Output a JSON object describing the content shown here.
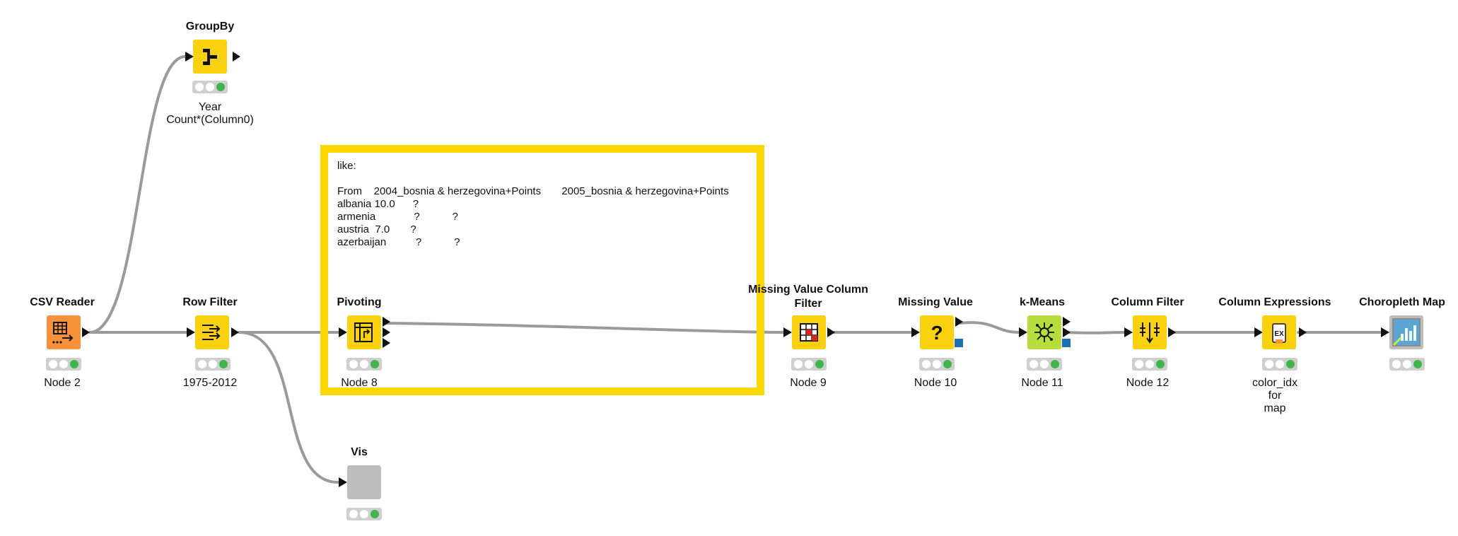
{
  "colors": {
    "manipulator": "#f9d10f",
    "source": "#f7923b",
    "learner": "#b6dd3b",
    "visualizer": "#bdbdbd",
    "annotation_border": "#ffd700",
    "wire": "#9a9a9a",
    "status_ok": "#3fb54a"
  },
  "nodes": {
    "groupby": {
      "title": "GroupBy",
      "label": "Year\nCount*(Column0)",
      "icon": "groupby-icon"
    },
    "csv_reader": {
      "title": "CSV Reader",
      "label": "Node 2",
      "icon": "csv-table-icon"
    },
    "row_filter": {
      "title": "Row Filter",
      "label": "1975-2012",
      "icon": "row-filter-icon"
    },
    "pivoting": {
      "title": "Pivoting",
      "label": "Node 8",
      "icon": "pivot-icon"
    },
    "vis": {
      "title": "Vis",
      "label": "",
      "icon": "blank-metanode-icon"
    },
    "mv_column_filter": {
      "title": "Missing Value\nColumn Filter",
      "label": "Node 9",
      "icon": "missing-column-filter-icon"
    },
    "missing_value": {
      "title": "Missing Value",
      "label": "Node 10",
      "icon": "question-mark-icon"
    },
    "kmeans": {
      "title": "k-Means",
      "label": "Node 11",
      "icon": "cluster-icon"
    },
    "column_filter": {
      "title": "Column Filter",
      "label": "Node 12",
      "icon": "column-filter-icon"
    },
    "column_expressions": {
      "title": "Column Expressions",
      "label": "color_idx\nfor\nmap",
      "icon": "expression-icon"
    },
    "choropleth": {
      "title": "Choropleth Map",
      "label": "",
      "icon": "choropleth-chart-icon"
    }
  },
  "annotation": {
    "text": "like:\n\nFrom    2004_bosnia & herzegovina+Points       2005_bosnia & herzegovina+Points\nalbania 10.0      ?\narmenia             ?           ?\naustria  7.0       ?\nazerbaijan          ?           ?"
  }
}
